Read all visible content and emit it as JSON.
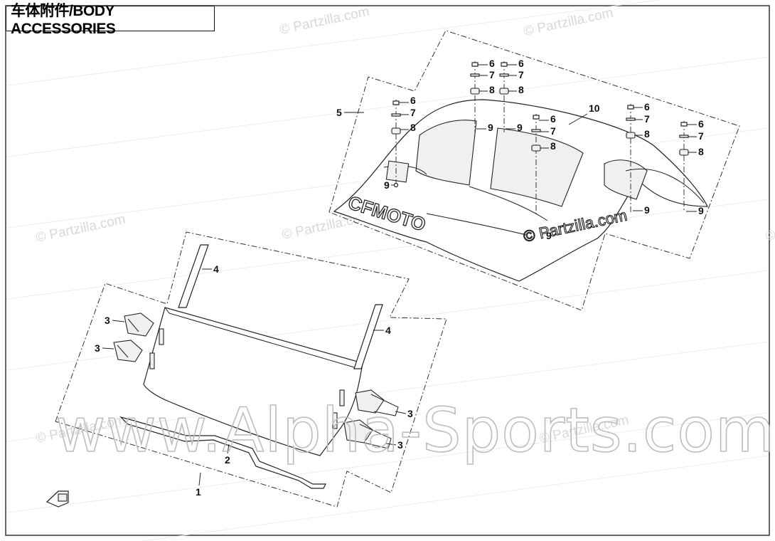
{
  "header": {
    "title": "车体附件/BODY ACCESSORIES"
  },
  "watermarks": {
    "site": "© Partzilla.com",
    "site_large": "© Partzilla.com",
    "overlay": "www.Alpha-Sports.com"
  },
  "body": {
    "logo_text": "CFMOTO"
  },
  "callouts": {
    "c1": "1",
    "c2": "2",
    "c3": "3",
    "c4": "4",
    "c5": "5",
    "c6": "6",
    "c7": "7",
    "c8": "8",
    "c9": "9",
    "c10": "10"
  },
  "colors": {
    "line": "#222222",
    "watermark": "#d8d8d8",
    "frame": "#333333"
  }
}
